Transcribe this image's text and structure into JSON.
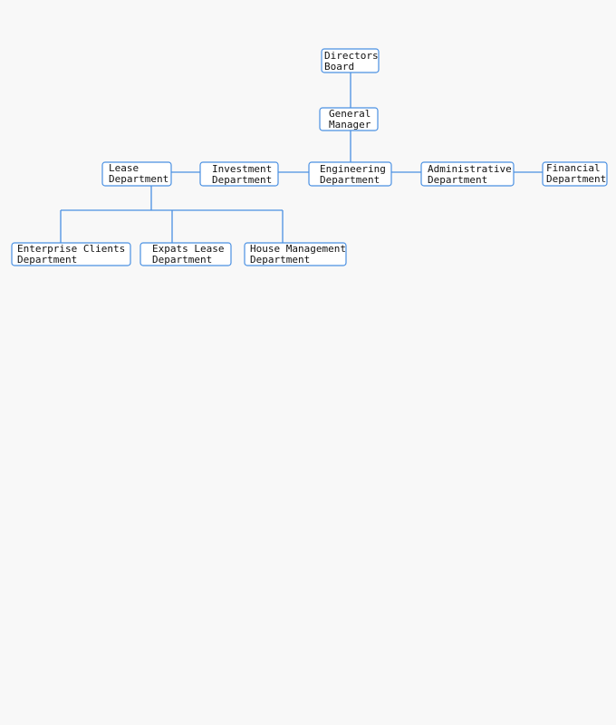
{
  "diagram": {
    "colors": {
      "background": "#f8f8f8",
      "line": "#4a90e2",
      "box_border": "#4a90e2",
      "box_fill": "#ffffff",
      "text": "#111111"
    },
    "nodes": {
      "directors_board": {
        "lines": [
          "Directors",
          "Board"
        ]
      },
      "general_manager": {
        "lines": [
          "General",
          "Manager"
        ]
      },
      "lease_department": {
        "lines": [
          "Lease",
          "Department"
        ]
      },
      "investment_department": {
        "lines": [
          "Investment",
          "Department"
        ]
      },
      "engineering_department": {
        "lines": [
          "Engineering",
          "Department"
        ]
      },
      "administrative_department": {
        "lines": [
          "Administrative",
          "Department"
        ]
      },
      "financial_department": {
        "lines": [
          "Financial",
          "Department"
        ]
      },
      "enterprise_clients_department": {
        "lines": [
          "Enterprise Clients",
          "Department"
        ]
      },
      "expats_lease_department": {
        "lines": [
          "Expats Lease",
          "Department"
        ]
      },
      "house_management_department": {
        "lines": [
          "House Management",
          "Department"
        ]
      }
    }
  }
}
